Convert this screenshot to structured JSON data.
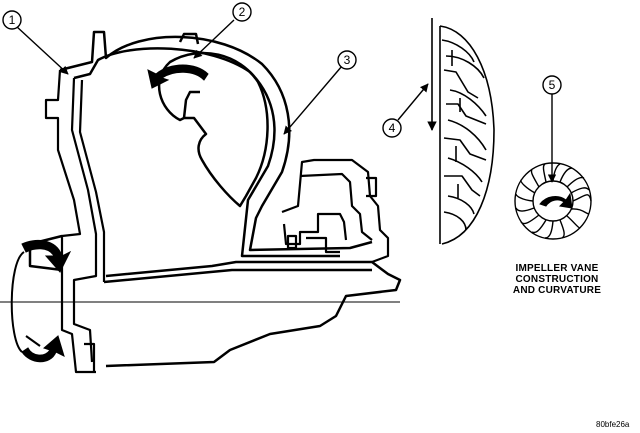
{
  "callouts": [
    "1",
    "2",
    "3",
    "4",
    "5"
  ],
  "caption": {
    "line1": "IMPELLER VANE",
    "line2": "CONSTRUCTION",
    "line3": "AND CURVATURE"
  },
  "figure_id": "80bfe26a",
  "colors": {
    "ink": "#000000",
    "paper": "#ffffff"
  }
}
